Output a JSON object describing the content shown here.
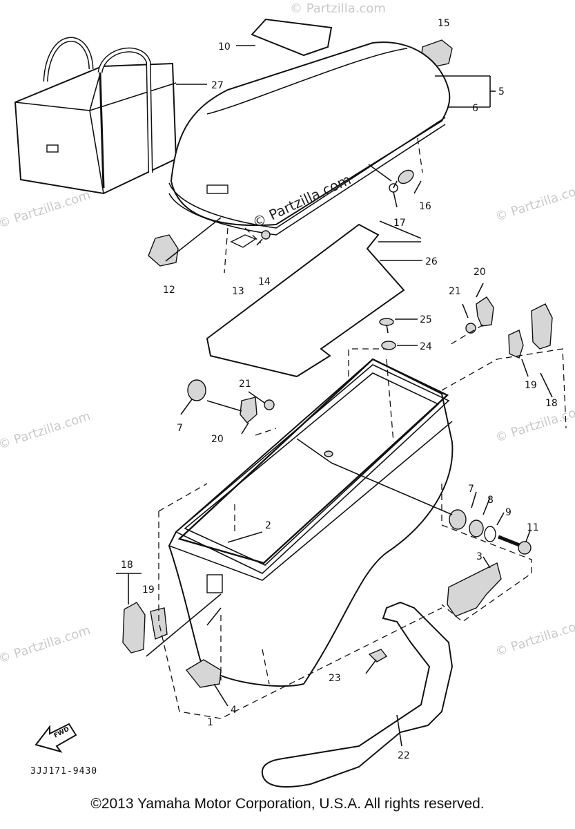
{
  "diagram": {
    "part_code": "3JJ171-9430",
    "fwd_label": "FWD",
    "copyright": "©2013  Yamaha Motor Corporation, U.S.A. All rights reserved.",
    "watermark_main": "© Partzilla.com",
    "watermark_faint": "© Partzilla.com",
    "callouts": {
      "c1": "1",
      "c2": "2",
      "c3": "3",
      "c4": "4",
      "c5": "5",
      "c6": "6",
      "c7": "7",
      "c7b": "7",
      "c8": "8",
      "c9": "9",
      "c10": "10",
      "c11": "11",
      "c12": "12",
      "c13": "13",
      "c14": "14",
      "c15": "15",
      "c16": "16",
      "c17": "17",
      "c18": "18",
      "c18b": "18",
      "c19": "19",
      "c19b": "19",
      "c20": "20",
      "c20b": "20",
      "c21": "21",
      "c21b": "21",
      "c22": "22",
      "c23": "23",
      "c24": "24",
      "c25": "25",
      "c26": "26",
      "c27": "27"
    }
  }
}
